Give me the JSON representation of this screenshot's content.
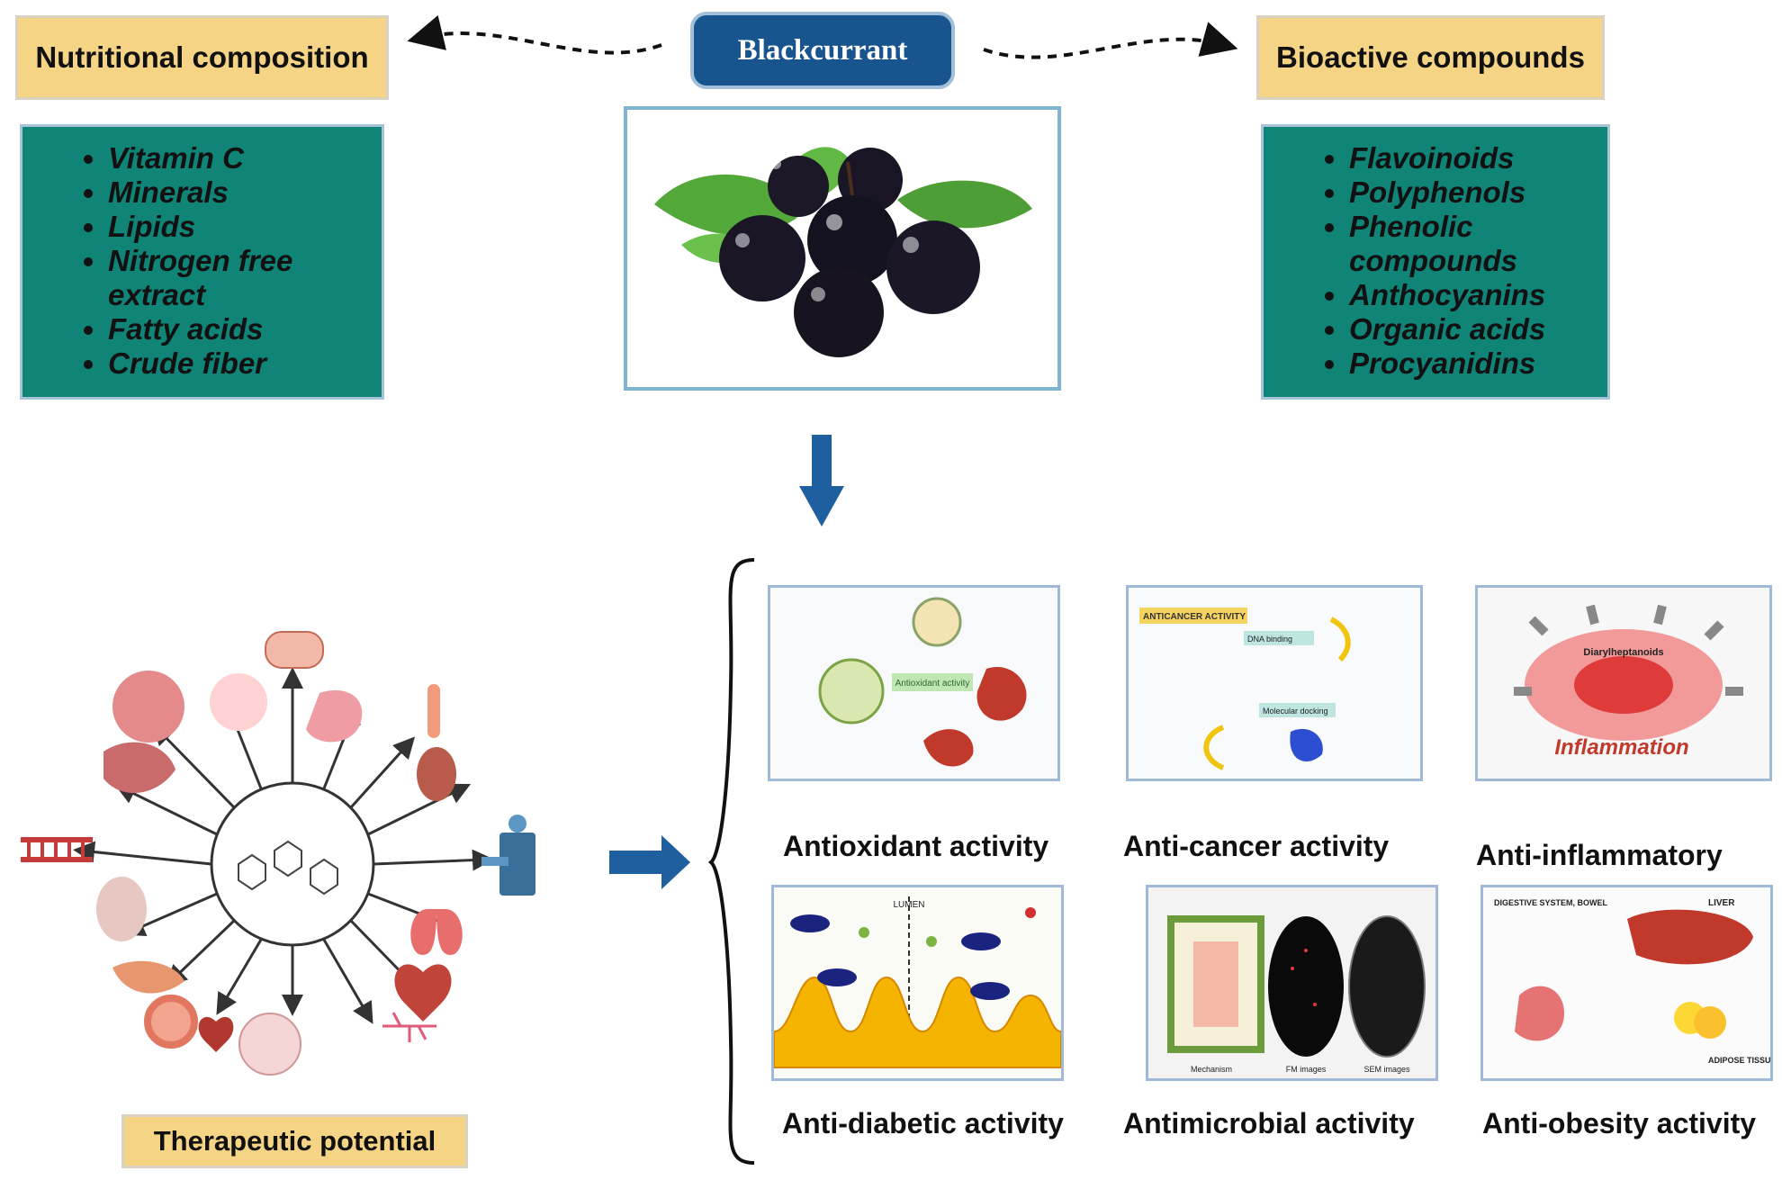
{
  "title": "Blackcurrant",
  "nutritional": {
    "heading": "Nutritional composition",
    "items": [
      "Vitamin C",
      "Minerals",
      "Lipids",
      "Nitrogen free extract",
      "Fatty acids",
      "Crude fiber"
    ]
  },
  "bioactive": {
    "heading": "Bioactive compounds",
    "items": [
      "Flavoinoids",
      "Polyphenols",
      "Phenolic compounds",
      "Anthocyanins",
      "Organic acids",
      "Procyanidins"
    ]
  },
  "therapeutic": {
    "label": "Therapeutic potential"
  },
  "activities": {
    "antioxidant": "Antioxidant activity",
    "anticancer": "Anti-cancer activity",
    "antiinflammatory": "Anti-inflammatory",
    "antidiabetic": "Anti-diabetic activity",
    "antimicrobial": "Antimicrobial activity",
    "antiobesity": "Anti-obesity activity"
  },
  "thumbnails": {
    "anticancer_tag": "ANTICANCER ACTIVITY",
    "dna_binding": "DNA binding",
    "molecular_docking": "Molecular docking",
    "inflammation": "Inflammation",
    "diarylheptanoids": "Diarylheptanoids",
    "antioxidant_center": "Antioxidant activity",
    "leaden": "LUMEN",
    "mechanism": "Mechanism",
    "fm_images": "FM images",
    "sem_images": "SEM images",
    "liver": "LIVER",
    "adipose": "ADIPOSE TISSUE",
    "digestive": "DIGESTIVE SYSTEM, BOWEL"
  },
  "colors": {
    "tan": "#f6d486",
    "teal": "#108476",
    "navy": "#18558f",
    "arrow": "#1f5fa0"
  }
}
